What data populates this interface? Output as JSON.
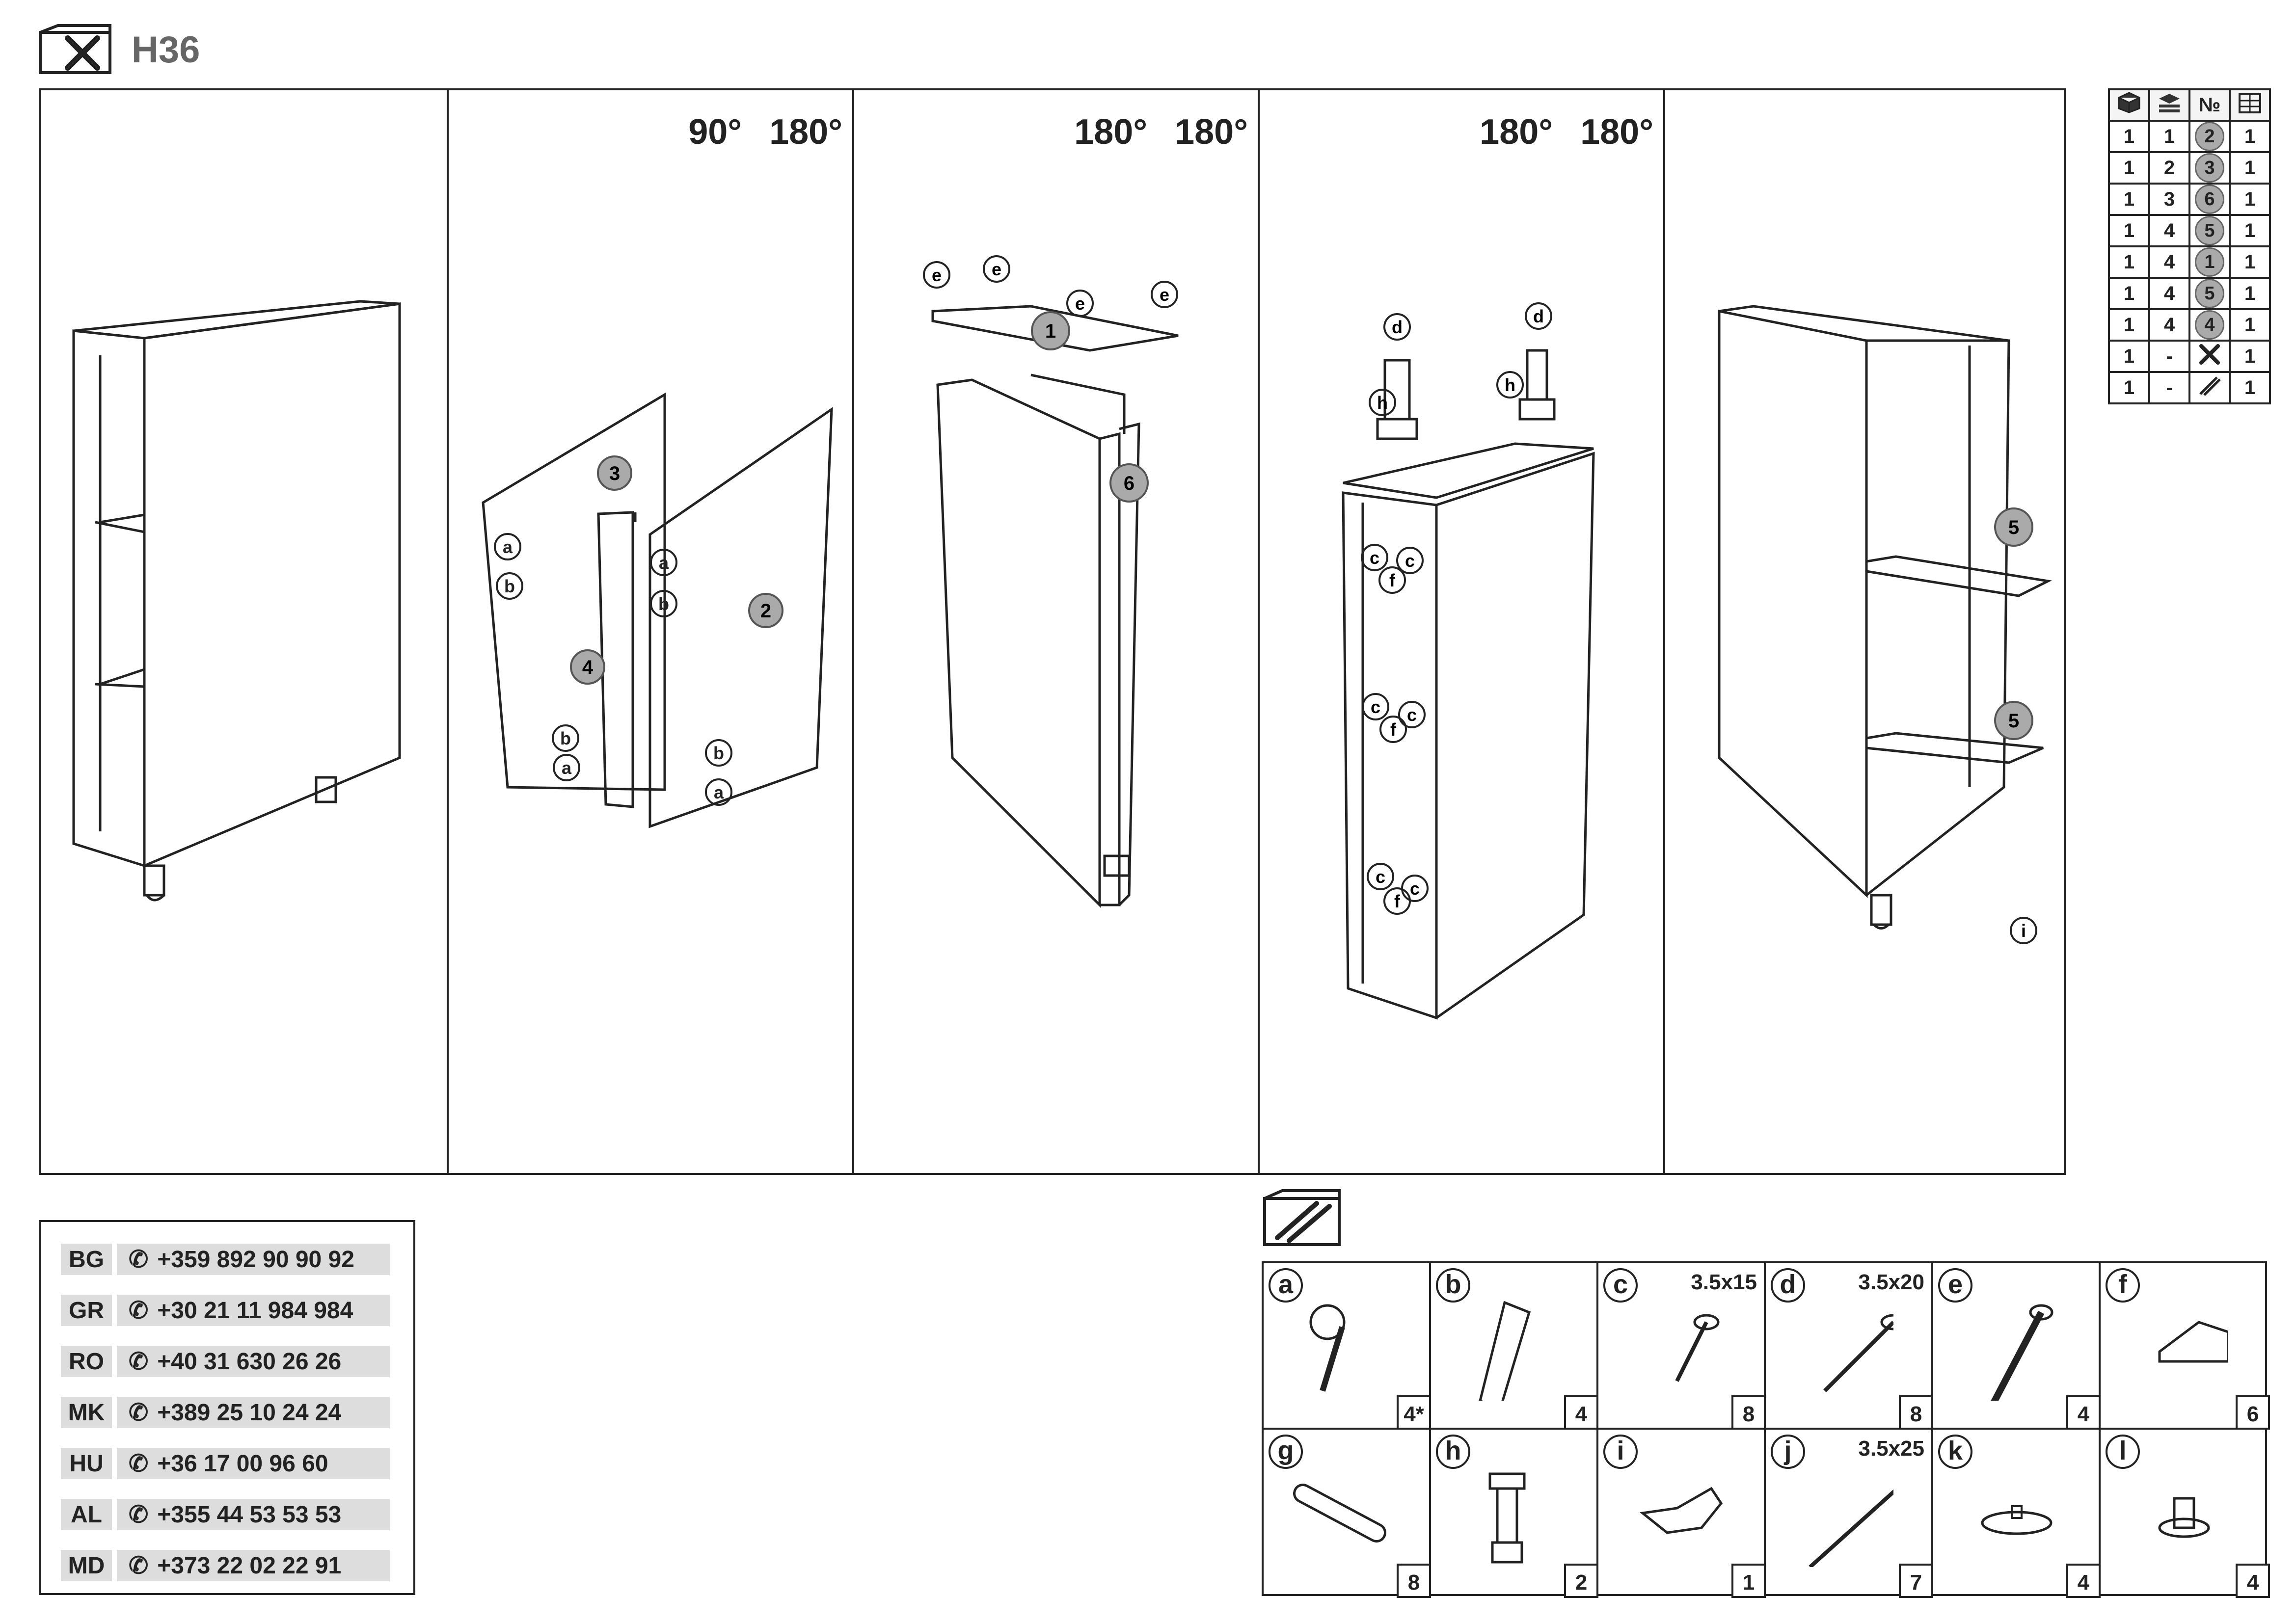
{
  "header": {
    "icon": "tools-icon",
    "model": "H36"
  },
  "steps": [
    {
      "step": "overview",
      "rotations": []
    },
    {
      "step": "side-panels",
      "rotations": [
        "90°",
        "180°"
      ],
      "part_numbers": [
        "3",
        "4",
        "2"
      ],
      "hw_labels": [
        "a",
        "b",
        "b",
        "a",
        "a",
        "b",
        "b",
        "a"
      ]
    },
    {
      "step": "top",
      "rotations": [
        "180°",
        "180°"
      ],
      "part_numbers": [
        "1",
        "6"
      ],
      "hw_labels": [
        "e",
        "e",
        "e",
        "e"
      ]
    },
    {
      "step": "legs",
      "rotations": [
        "180°",
        "180°"
      ],
      "hw_labels": [
        "d",
        "h",
        "d",
        "h",
        "c",
        "f",
        "c",
        "c",
        "f",
        "c",
        "c",
        "f",
        "c"
      ]
    },
    {
      "step": "shelves",
      "rotations": [],
      "part_numbers": [
        "5",
        "5"
      ],
      "hw_labels": [
        "i"
      ]
    }
  ],
  "parts_table": {
    "headers": [
      "box-icon",
      "layers-icon",
      "№",
      "cabinet-icon"
    ],
    "header_number_label": "№",
    "rows": [
      [
        "1",
        "1",
        "2",
        "1"
      ],
      [
        "1",
        "2",
        "3",
        "1"
      ],
      [
        "1",
        "3",
        "6",
        "1"
      ],
      [
        "1",
        "4",
        "5",
        "1"
      ],
      [
        "1",
        "4",
        "1",
        "1"
      ],
      [
        "1",
        "4",
        "5",
        "1"
      ],
      [
        "1",
        "4",
        "4",
        "1"
      ],
      [
        "1",
        "-",
        "tools-icon",
        "1"
      ],
      [
        "1",
        "-",
        "screws-icon",
        "1"
      ]
    ]
  },
  "contacts": [
    {
      "country": "BG",
      "phone": "+359 892 90 90 92"
    },
    {
      "country": "GR",
      "phone": "+30 21 11 984 984"
    },
    {
      "country": "RO",
      "phone": "+40 31 630 26 26"
    },
    {
      "country": "MK",
      "phone": "+389 25 10 24 24"
    },
    {
      "country": "HU",
      "phone": "+36 17 00 96 60"
    },
    {
      "country": "AL",
      "phone": "+355 44 53 53 53"
    },
    {
      "country": "MD",
      "phone": "+373 22 02 22 91"
    }
  ],
  "hardware": {
    "icon": "screws-icon",
    "items": [
      {
        "letter": "a",
        "spec": "",
        "qty": "4*"
      },
      {
        "letter": "b",
        "spec": "",
        "qty": "4"
      },
      {
        "letter": "c",
        "spec": "3.5x15",
        "qty": "8"
      },
      {
        "letter": "d",
        "spec": "3.5x20",
        "qty": "8"
      },
      {
        "letter": "e",
        "spec": "",
        "qty": "4"
      },
      {
        "letter": "f",
        "spec": "",
        "qty": "6"
      },
      {
        "letter": "g",
        "spec": "",
        "qty": "8"
      },
      {
        "letter": "h",
        "spec": "",
        "qty": "2"
      },
      {
        "letter": "i",
        "spec": "",
        "qty": "1"
      },
      {
        "letter": "j",
        "spec": "3.5x25",
        "qty": "7"
      },
      {
        "letter": "k",
        "spec": "",
        "qty": "4"
      },
      {
        "letter": "l",
        "spec": "",
        "qty": "4"
      }
    ]
  }
}
